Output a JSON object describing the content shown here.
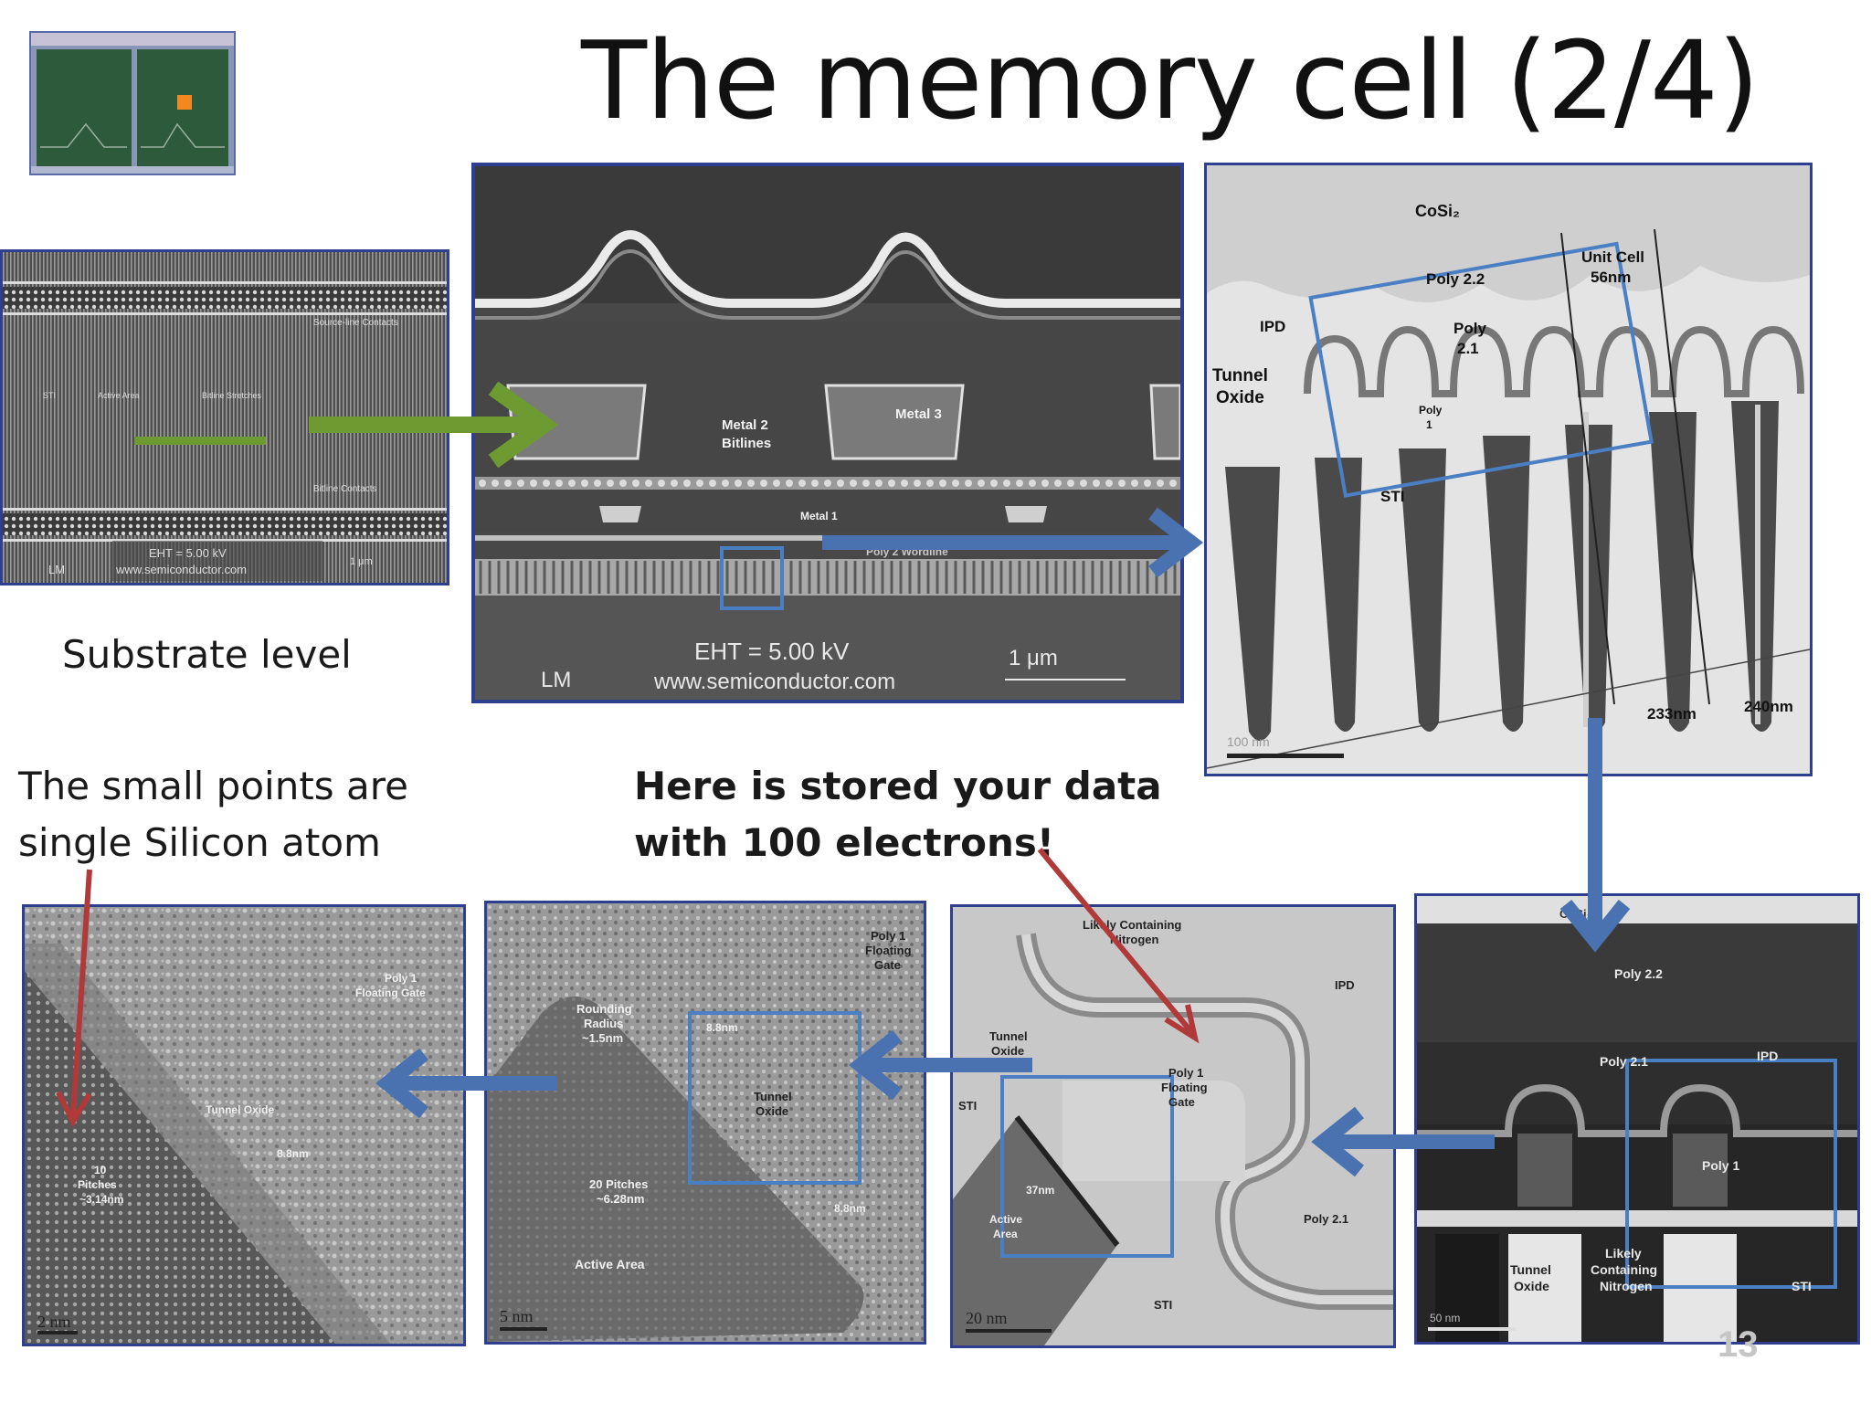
{
  "slide": {
    "title": "The memory cell (2/4)",
    "page_number": "13",
    "captions": {
      "substrate": "Substrate level",
      "atoms_line1": "The small points are",
      "atoms_line2": "single Silicon atom",
      "data_line1": "Here is stored your data",
      "data_line2": "with 100 electrons!"
    }
  },
  "images": {
    "substrate": {
      "labels": [
        "Source-line Contacts",
        "STI",
        "Active Area",
        "Bitline Stretches",
        "Bitline Contacts",
        "EHT = 5.00 kV",
        "www.semiconductor.com",
        "LM",
        "1 μm"
      ]
    },
    "metal": {
      "labels": {
        "metal2": "Metal 2",
        "bitlines": "Bitlines",
        "metal3": "Metal 3",
        "metal1": "Metal 1",
        "wordline": "Poly 2 Wordline",
        "eht": "EHT = 5.00 kV",
        "site": "www.semiconductor.com",
        "lm": "LM",
        "scale": "1 μm"
      }
    },
    "tem_section": {
      "labels": {
        "cosi": "CoSi₂",
        "poly22": "Poly 2.2",
        "unit_cell": "Unit Cell",
        "unit_cell_size": "56nm",
        "ipd": "IPD",
        "poly21": "Poly",
        "poly21b": "2.1",
        "tunnel": "Tunnel",
        "oxide": "Oxide",
        "poly1a": "Poly",
        "poly1b": "1",
        "sti": "STI",
        "dim1": "233nm",
        "dim2": "240nm",
        "scale": "100 nm"
      }
    },
    "tem_gate": {
      "labels": {
        "cosi": "CoSi₂",
        "poly22": "Poly 2.2",
        "poly21": "Poly 2.1",
        "ipd": "IPD",
        "poly1": "Poly 1",
        "likely1": "Likely",
        "likely2": "Containing",
        "likely3": "Nitrogen",
        "tunnel": "Tunnel",
        "oxide": "Oxide",
        "sti": "STI",
        "scale": "50 nm"
      }
    },
    "tem_floating": {
      "labels": {
        "nitrogen1": "Likely Containing",
        "nitrogen2": "Nitrogen",
        "ipd": "IPD",
        "tunnel1": "Tunnel",
        "tunnel2": "Oxide",
        "sti": "STI",
        "poly1a": "Poly 1",
        "poly1b": "Floating",
        "poly1c": "Gate",
        "dim": "37nm",
        "active1": "Active",
        "active2": "Area",
        "poly21": "Poly 2.1",
        "sti2": "STI",
        "scale": "20 nm"
      }
    },
    "hrtem_corner": {
      "labels": {
        "poly1a": "Poly 1",
        "poly1b": "Floating",
        "poly1c": "Gate",
        "round1": "Rounding",
        "round2": "Radius",
        "round3": "~1.5nm",
        "dim1": "8.8nm",
        "tunnel1": "Tunnel",
        "tunnel2": "Oxide",
        "pitch1": "20 Pitches",
        "pitch2": "~6.28nm",
        "dim2": "8.8nm",
        "active": "Active Area",
        "scale": "5 nm"
      }
    },
    "hrtem_atoms": {
      "labels": {
        "poly1a": "Poly 1",
        "poly1b": "Floating Gate",
        "tunnel": "Tunnel Oxide",
        "dim": "8.8nm",
        "pitch1": "10",
        "pitch2": "Pitches",
        "pitch3": "~3.14nm",
        "scale": "2 nm"
      }
    }
  },
  "colors": {
    "frame_blue": "#2e3f8f",
    "arrow_blue": "#4a72b0",
    "arrow_green": "#6e9a32",
    "arrow_red": "#b03a3a",
    "highlight_box": "#4a7fc4"
  }
}
